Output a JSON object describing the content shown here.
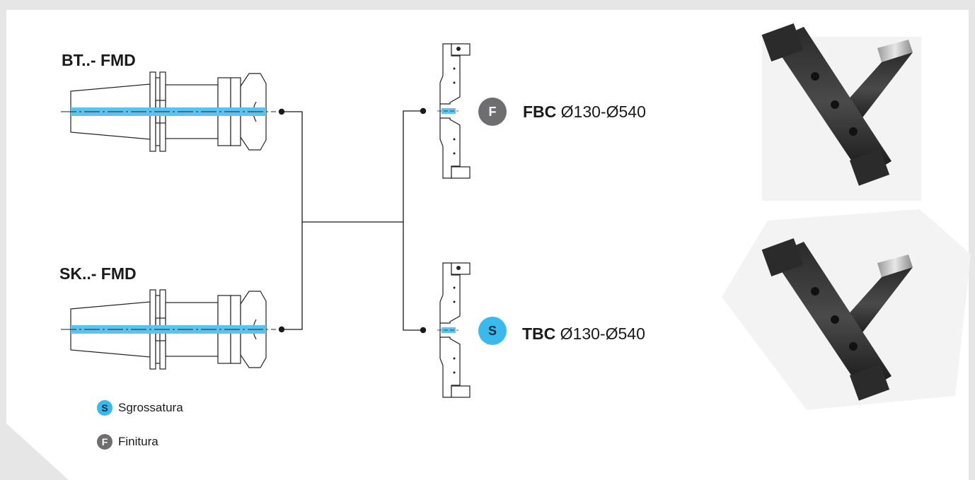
{
  "holders": [
    {
      "label": "BT..- FMD"
    },
    {
      "label": "SK..- FMD"
    }
  ],
  "heads": [
    {
      "badge": "F",
      "code": "FBC",
      "range": "Ø130-Ø540",
      "badge_color": "#6e6e70"
    },
    {
      "badge": "S",
      "code": "TBC",
      "range": "Ø130-Ø540",
      "badge_color": "#39b9ec"
    }
  ],
  "legend": [
    {
      "letter": "S",
      "text": "Sgrossatura",
      "color": "#39b9ec"
    },
    {
      "letter": "F",
      "text": "Finitura",
      "color": "#6e6e70"
    }
  ],
  "colors": {
    "coolant_channel": "#5bc3ee",
    "line": "#1a1a1a"
  }
}
